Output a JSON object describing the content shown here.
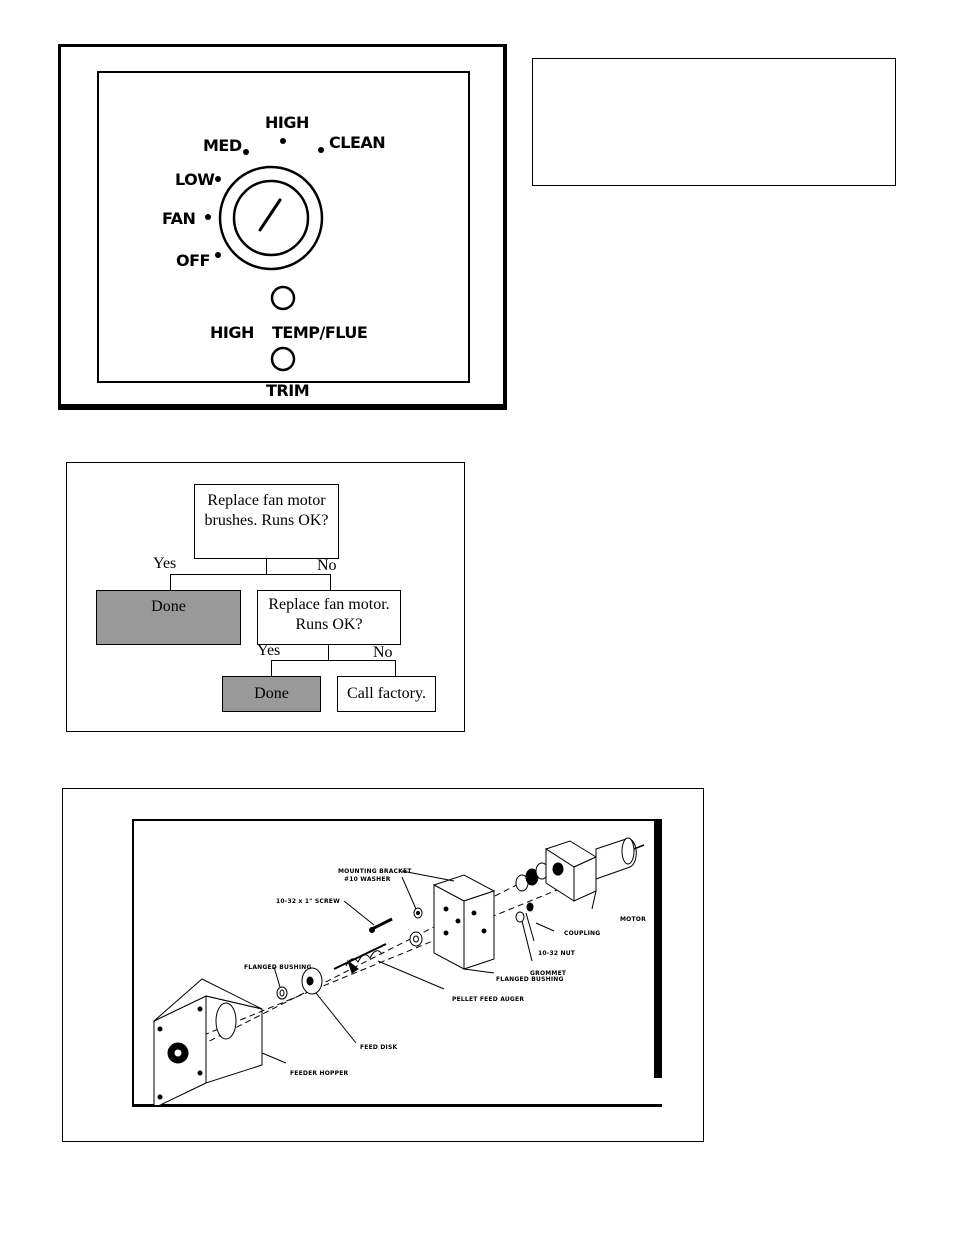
{
  "control_panel": {
    "dial_positions": {
      "high": "HIGH",
      "med": "MED",
      "clean": "CLEAN",
      "low": "LOW",
      "fan": "FAN",
      "off": "OFF"
    },
    "indicator_label_1": "HIGH  TEMP/FLUE",
    "indicator_label_2": "TRIM"
  },
  "flowchart": {
    "q1": "Replace fan motor brushes. Runs OK?",
    "q1_yes": "Yes",
    "q1_no": "No",
    "done_1": "Done",
    "q2": "Replace fan motor. Runs OK?",
    "q2_yes": "Yes",
    "q2_no": "No",
    "done_2": "Done",
    "call": "Call factory."
  },
  "parts_diagram": {
    "labels": {
      "mounting_bracket": "MOUNTING BRACKET",
      "washer": "#10 WASHER",
      "screw": "10-32 x 1\" SCREW",
      "flanged_bushing_left": "FLANGED BUSHING",
      "coupling": "COUPLING",
      "motor": "MOTOR",
      "nut": "10-32 NUT",
      "grommet": "GROMMET",
      "flanged_bushing_right": "FLANGED BUSHING",
      "pellet_feed_auger": "PELLET FEED AUGER",
      "feed_disk": "FEED DISK",
      "feeder_hopper": "FEEDER HOPPER"
    }
  }
}
